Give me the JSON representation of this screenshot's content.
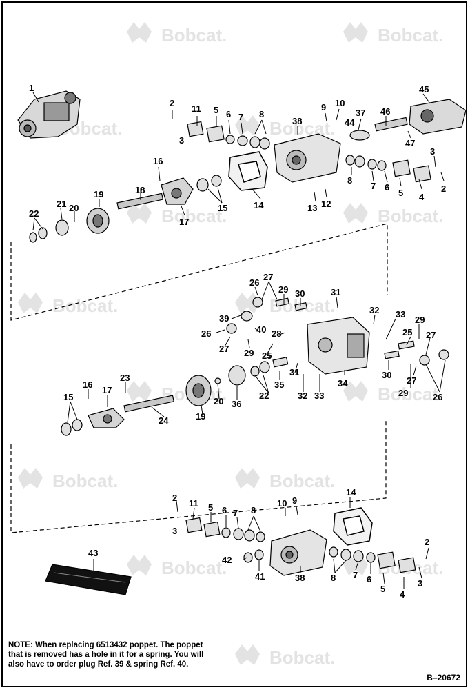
{
  "watermark": "Bobcat.",
  "figure_id": "B–20672",
  "note": {
    "label": "NOTE:",
    "text": "When replacing 6513432 poppet. The poppet that is removed has a hole in it for a spring. You will also have to order plug Ref. 39 & spring Ref. 40."
  },
  "callouts": [
    "1",
    "2",
    "3",
    "11",
    "5",
    "6",
    "7",
    "8",
    "38",
    "9",
    "10",
    "44",
    "37",
    "46",
    "45",
    "47",
    "3",
    "2",
    "4",
    "5",
    "6",
    "7",
    "8",
    "14",
    "13",
    "12",
    "16",
    "18",
    "15",
    "17",
    "19",
    "20",
    "21",
    "22",
    "26",
    "27",
    "29",
    "30",
    "31",
    "32",
    "33",
    "39",
    "40",
    "28",
    "26",
    "27",
    "29",
    "25",
    "25",
    "29",
    "27",
    "31",
    "35",
    "34",
    "30",
    "29",
    "27",
    "26",
    "32",
    "33",
    "16",
    "17",
    "23",
    "15",
    "24",
    "19",
    "20",
    "36",
    "22",
    "2",
    "11",
    "5",
    "6",
    "7",
    "8",
    "10",
    "9",
    "14",
    "3",
    "42",
    "41",
    "38",
    "8",
    "7",
    "6",
    "5",
    "4",
    "3",
    "2",
    "43"
  ]
}
